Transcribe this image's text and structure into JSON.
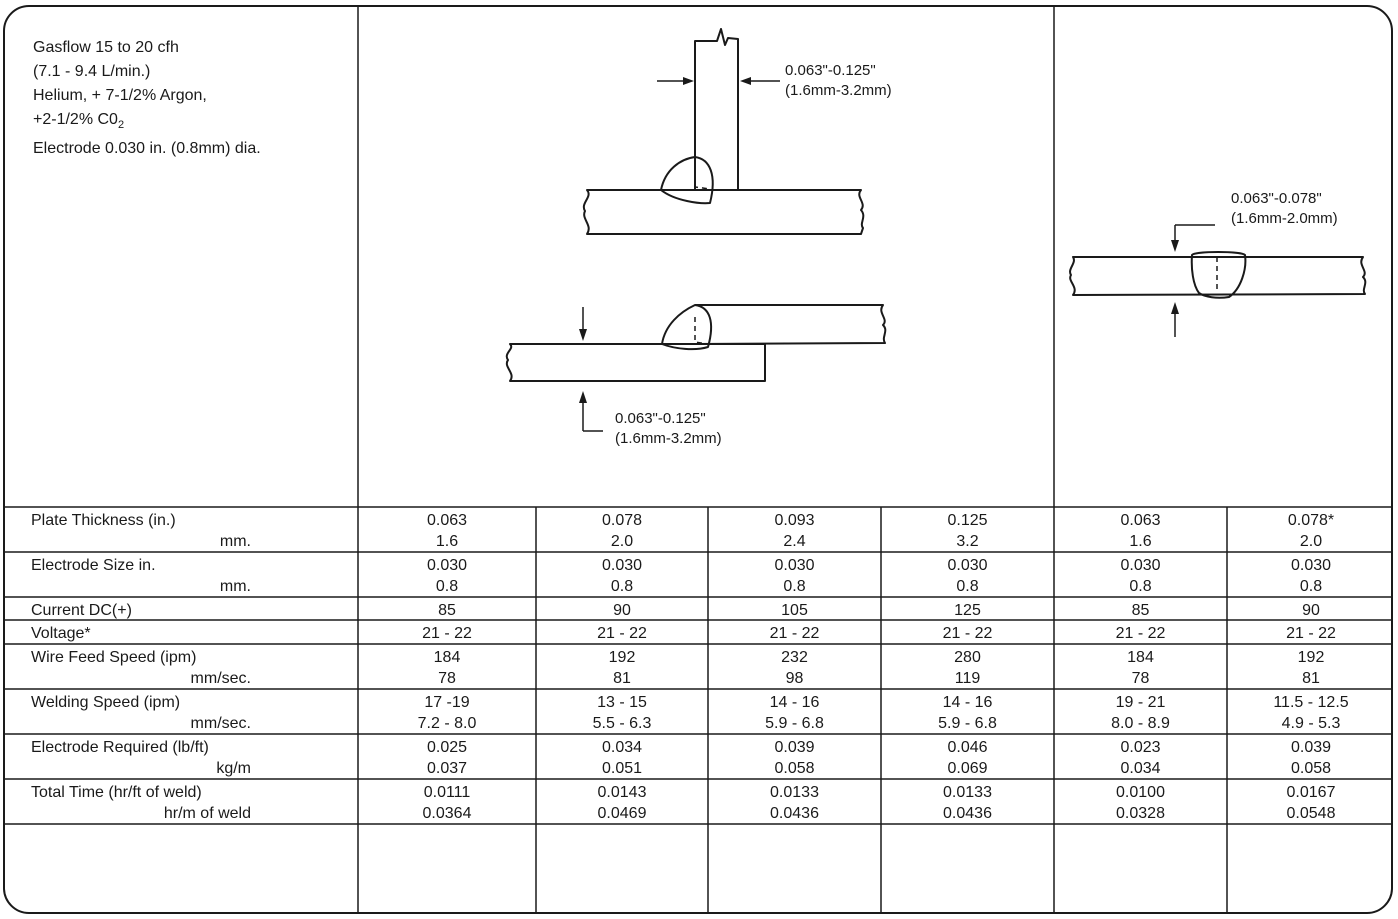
{
  "conditions": {
    "line1": "Gasflow 15 to 20 cfh",
    "line2": "(7.1 - 9.4 L/min.)",
    "line3": "Helium, + 7-1/2% Argon,",
    "line4_prefix": "+2-1/2% C0",
    "line4_sub": "2",
    "line5": "Electrode 0.030 in. (0.8mm) dia."
  },
  "diagrams": {
    "tjoint_dim1": "0.063\"-0.125\"",
    "tjoint_dim2": "(1.6mm-3.2mm)",
    "lap_dim1": "0.063\"-0.125\"",
    "lap_dim2": "(1.6mm-3.2mm)",
    "butt_dim1": "0.063\"-0.078\"",
    "butt_dim2": "(1.6mm-2.0mm)"
  },
  "table": {
    "rows": [
      {
        "label": "Plate Thickness (in.)",
        "sublabel": "mm.",
        "values": [
          [
            "0.063",
            "1.6"
          ],
          [
            "0.078",
            "2.0"
          ],
          [
            "0.093",
            "2.4"
          ],
          [
            "0.125",
            "3.2"
          ],
          [
            "0.063",
            "1.6"
          ],
          [
            "0.078*",
            "2.0"
          ]
        ]
      },
      {
        "label": "Electrode Size in.",
        "sublabel": "mm.",
        "values": [
          [
            "0.030",
            "0.8"
          ],
          [
            "0.030",
            "0.8"
          ],
          [
            "0.030",
            "0.8"
          ],
          [
            "0.030",
            "0.8"
          ],
          [
            "0.030",
            "0.8"
          ],
          [
            "0.030",
            "0.8"
          ]
        ]
      },
      {
        "label": "Current DC(+)",
        "sublabel": "",
        "values": [
          [
            "85",
            ""
          ],
          [
            "90",
            ""
          ],
          [
            "105",
            ""
          ],
          [
            "125",
            ""
          ],
          [
            "85",
            ""
          ],
          [
            "90",
            ""
          ]
        ]
      },
      {
        "label": "Voltage*",
        "sublabel": "",
        "values": [
          [
            "21 - 22",
            ""
          ],
          [
            "21 - 22",
            ""
          ],
          [
            "21 - 22",
            ""
          ],
          [
            "21 - 22",
            ""
          ],
          [
            "21 - 22",
            ""
          ],
          [
            "21 - 22",
            ""
          ]
        ]
      },
      {
        "label": "Wire Feed Speed (ipm)",
        "sublabel": "mm/sec.",
        "values": [
          [
            "184",
            "78"
          ],
          [
            "192",
            "81"
          ],
          [
            "232",
            "98"
          ],
          [
            "280",
            "119"
          ],
          [
            "184",
            "78"
          ],
          [
            "192",
            "81"
          ]
        ]
      },
      {
        "label": "Welding Speed (ipm)",
        "sublabel": "mm/sec.",
        "values": [
          [
            "17 -19",
            "7.2 - 8.0"
          ],
          [
            "13 - 15",
            "5.5 - 6.3"
          ],
          [
            "14 - 16",
            "5.9 - 6.8"
          ],
          [
            "14 - 16",
            "5.9 - 6.8"
          ],
          [
            "19 - 21",
            "8.0 - 8.9"
          ],
          [
            "11.5 - 12.5",
            "4.9 - 5.3"
          ]
        ]
      },
      {
        "label": "Electrode Required (lb/ft)",
        "sublabel": "kg/m",
        "values": [
          [
            "0.025",
            "0.037"
          ],
          [
            "0.034",
            "0.051"
          ],
          [
            "0.039",
            "0.058"
          ],
          [
            "0.046",
            "0.069"
          ],
          [
            "0.023",
            "0.034"
          ],
          [
            "0.039",
            "0.058"
          ]
        ]
      },
      {
        "label": "Total Time (hr/ft of weld)",
        "sublabel": "hr/m of weld",
        "values": [
          [
            "0.0111",
            "0.0364"
          ],
          [
            "0.0143",
            "0.0469"
          ],
          [
            "0.0133",
            "0.0436"
          ],
          [
            "0.0133",
            "0.0436"
          ],
          [
            "0.0100",
            "0.0328"
          ],
          [
            "0.0167",
            "0.0548"
          ]
        ]
      }
    ]
  }
}
